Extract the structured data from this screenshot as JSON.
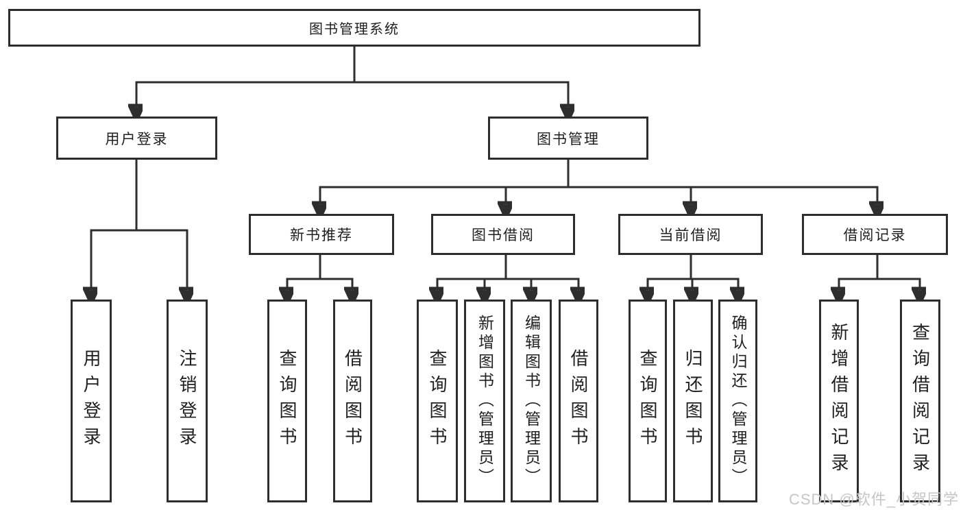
{
  "tree": {
    "label": "图书管理系统",
    "children": [
      {
        "label": "用户登录",
        "children": [
          {
            "label": "用户登录"
          },
          {
            "label": "注销登录"
          }
        ]
      },
      {
        "label": "图书管理",
        "children": [
          {
            "label": "新书推荐",
            "children": [
              {
                "label": "查询图书"
              },
              {
                "label": "借阅图书"
              }
            ]
          },
          {
            "label": "图书借阅",
            "children": [
              {
                "label": "查询图书"
              },
              {
                "label": "新增图书（管理员）"
              },
              {
                "label": "编辑图书（管理员）"
              },
              {
                "label": "借阅图书"
              }
            ]
          },
          {
            "label": "当前借阅",
            "children": [
              {
                "label": "查询图书"
              },
              {
                "label": "归还图书"
              },
              {
                "label": "确认归还（管理员）"
              }
            ]
          },
          {
            "label": "借阅记录",
            "children": [
              {
                "label": "新增借阅记录"
              },
              {
                "label": "查询借阅记录"
              }
            ]
          }
        ]
      }
    ]
  },
  "watermark": {
    "text": "CSDN @软件_小贺同学"
  },
  "colors": {
    "line": "#2e2e2e",
    "text": "#1f1f1f",
    "watermark": "#c6c6c6"
  }
}
